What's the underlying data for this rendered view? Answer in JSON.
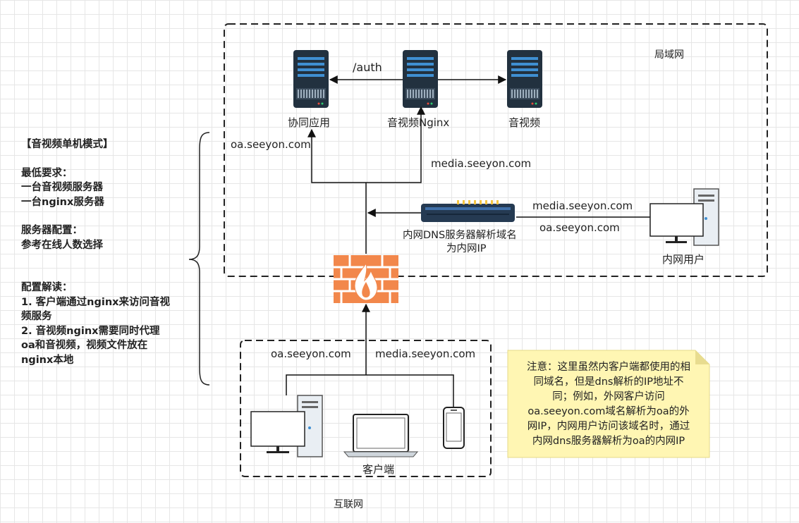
{
  "lan": {
    "title": "局域网",
    "servers": {
      "collab": "协同应用",
      "nginx": "音视频Nginx",
      "media": "音视频"
    },
    "auth_label": "/auth",
    "oa_domain": "oa.seeyon.com",
    "media_domain": "media.seeyon.com",
    "dns_label_line1": "内网DNS服务器解析域名",
    "dns_label_line2": "为内网IP",
    "intranet_media_domain": "media.seeyon.com",
    "intranet_oa_domain": "oa.seeyon.com",
    "intranet_user": "内网用户"
  },
  "internet": {
    "title": "互联网",
    "oa_domain": "oa.seeyon.com",
    "media_domain": "media.seeyon.com",
    "clients_label": "客户端"
  },
  "side_notes": {
    "title": "【音视频单机模式】",
    "min_req_title": "最低要求：",
    "min_req_1": "一台音视频服务器",
    "min_req_2": "一台nginx服务器",
    "config_title": "服务器配置：",
    "config_1": "参考在线人数选择",
    "explain_title": "配置解读：",
    "explain_1a": "1. 客户端通过nginx来访问音视",
    "explain_1b": "频服务",
    "explain_2a": "2. 音视频nginx需要同时代理",
    "explain_2b": "oa和音视频，视频文件放在",
    "explain_2c": "nginx本地"
  },
  "note": {
    "line1": "注意：这里虽然内客户端都使用的相",
    "line2": "同域名，但是dns解析的IP地址不",
    "line3": "同；例如，外网客户访问",
    "line4": "oa.seeyon.com域名解析为oa的外",
    "line5": "网IP，内网用户访问该域名时，通过",
    "line6": "内网dns服务器解析为oa的内网IP"
  },
  "colors": {
    "server_body": "#22313f",
    "server_stripe": "#3f8fd2",
    "firewall": "#f2874b",
    "note_bg": "#fff6b3",
    "dashed_border": "#222222"
  }
}
